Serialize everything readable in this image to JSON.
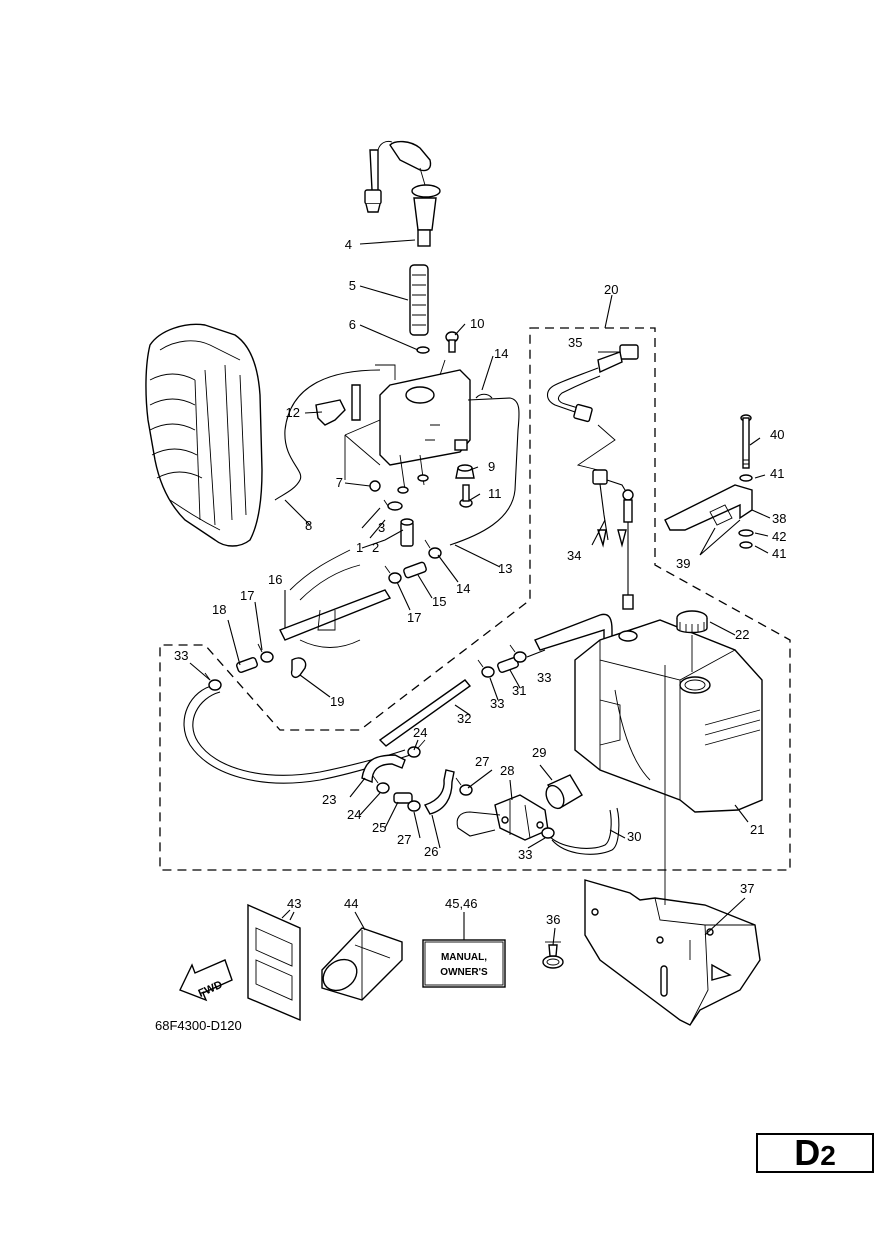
{
  "diagram": {
    "code": "68F4300-D120",
    "page_ref": {
      "letter": "D",
      "number": "2"
    },
    "box_label": {
      "line1": "MANUAL,",
      "line2": "OWNER'S"
    },
    "fwd_label": "FWD",
    "callouts": [
      "1",
      "2",
      "3",
      "4",
      "5",
      "6",
      "7",
      "8",
      "9",
      "10",
      "11",
      "12",
      "13",
      "14",
      "15",
      "16",
      "17",
      "18",
      "19",
      "20",
      "21",
      "22",
      "23",
      "24",
      "25",
      "26",
      "27",
      "28",
      "29",
      "30",
      "31",
      "32",
      "33",
      "34",
      "35",
      "36",
      "37",
      "38",
      "39",
      "40",
      "41",
      "42",
      "43",
      "44",
      "45,46"
    ]
  }
}
